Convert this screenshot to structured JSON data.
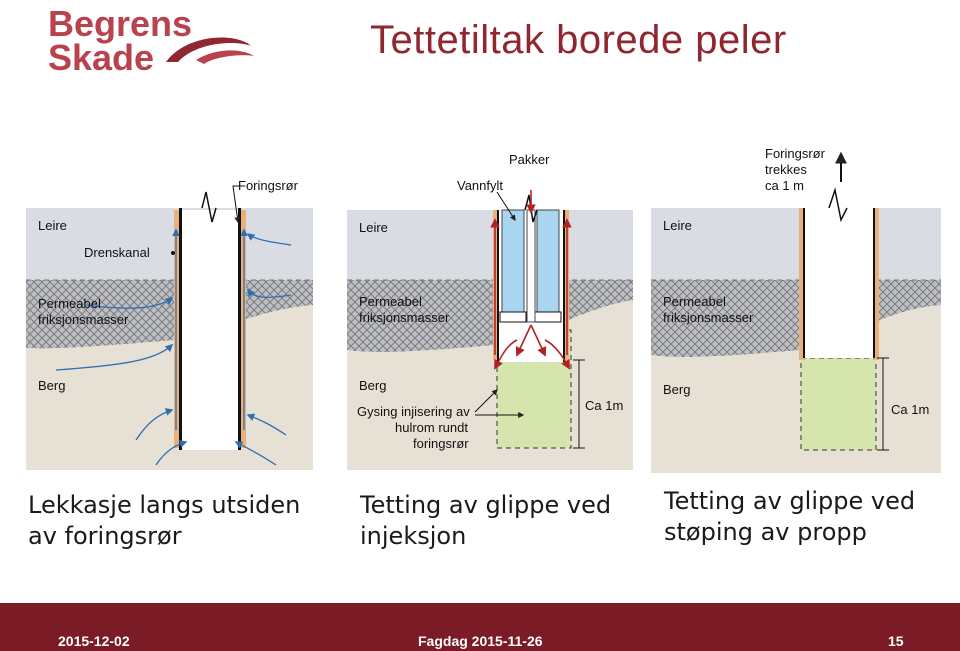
{
  "logo": {
    "line1": "Begrens",
    "line2": "Skade"
  },
  "title": "Tettetiltak borede peler",
  "panels": [
    {
      "labels": {
        "leire": "Leire",
        "drenskanal": "Drenskanal",
        "permeabel1": "Permeabel",
        "permeabel2": "friksjonsmasser",
        "berg": "Berg",
        "foringsror": "Foringsrør"
      },
      "caption": [
        "Lekkasje langs utsiden",
        "av foringsrør"
      ]
    },
    {
      "labels": {
        "leire": "Leire",
        "permeabel1": "Permeabel",
        "permeabel2": "friksjonsmasser",
        "berg": "Berg",
        "pakker": "Pakker",
        "vannfylt": "Vannfylt",
        "gysing1": "Gysing injisering av",
        "gysing2": "hulrom rundt",
        "gysing3": "foringsrør",
        "ca": "Ca 1m"
      },
      "caption": [
        "Tetting av glippe ved",
        "injeksjon"
      ]
    },
    {
      "labels": {
        "leire": "Leire",
        "permeabel1": "Permeabel",
        "permeabel2": "friksjonsmasser",
        "berg": "Berg",
        "trekk1": "Foringsrør",
        "trekk2": "trekkes",
        "trekk3": "ca 1 m",
        "ca": "Ca 1m"
      },
      "caption": [
        "Tetting av glippe ved",
        "støping av propp"
      ]
    }
  ],
  "footer": {
    "date": "2015-12-02",
    "event": "Fagdag 2015-11-26",
    "page": "15"
  },
  "colors": {
    "brand": "#8f2630",
    "footer": "#7a1b26",
    "clay": "#d9dde3",
    "gravel": "#bcbec2",
    "rock": "#e7e0d4",
    "casing": "#e9b07c",
    "plug": "#d6e5ad",
    "water": "#a9d5f0",
    "arrow": "#b32222",
    "flow": "#2f6fb1"
  }
}
